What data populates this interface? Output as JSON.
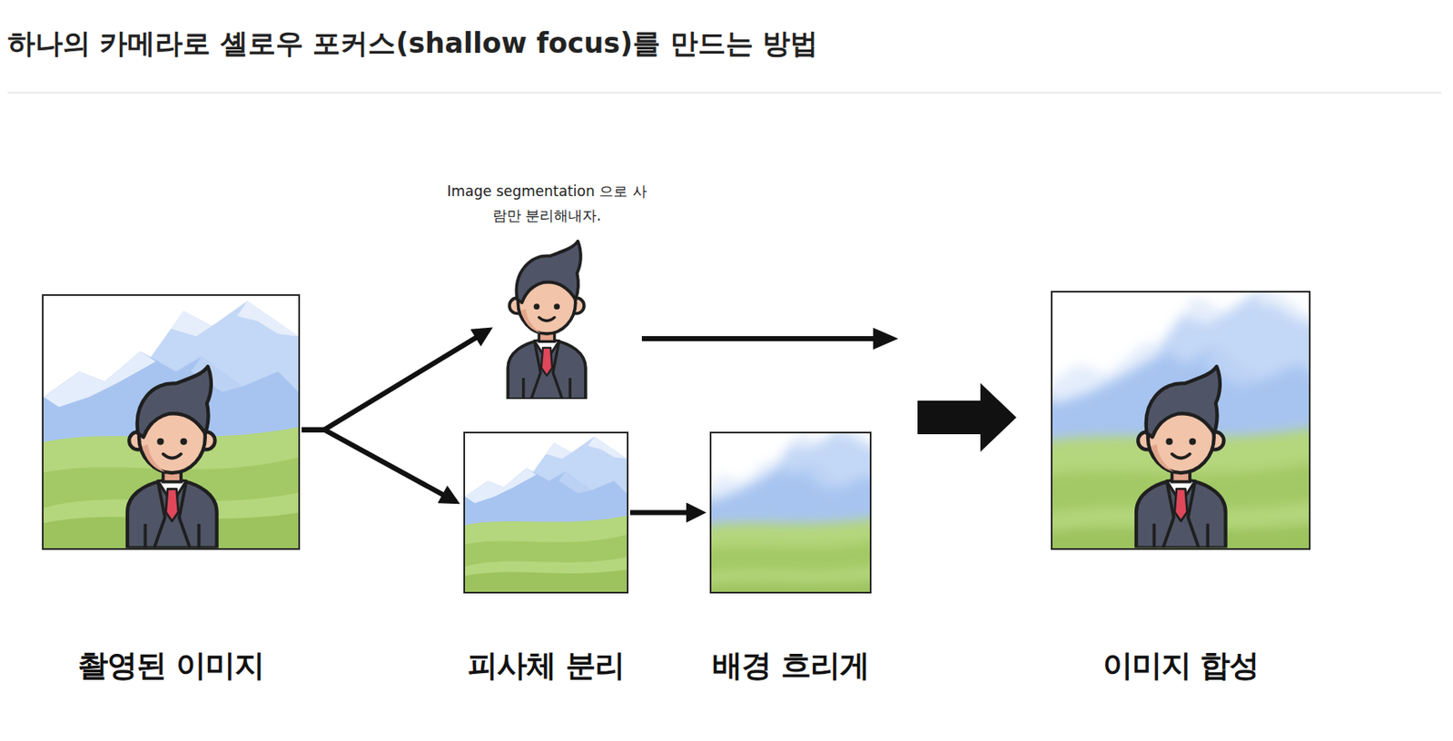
{
  "diagram": {
    "title": "하나의 카메라로 셸로우 포커스(shallow focus)를 만드는 방법",
    "nodes": [
      {
        "text": [
          "촬영된 이미지"
        ]
      },
      {
        "text": [
          "Image segmentation 으로 사람만 분리해내자."
        ]
      },
      {
        "text": [
          "피사체 분리"
        ]
      },
      {
        "text": [
          "배경 흐리게"
        ]
      },
      {
        "text": [
          "이미지 합성"
        ]
      }
    ],
    "edges": [
      {
        "from": 0,
        "to": 1,
        "arrow": "to"
      },
      {
        "from": 0,
        "to": 2,
        "arrow": "to"
      },
      {
        "from": 2,
        "to": 3,
        "arrow": "to"
      }
    ]
  }
}
